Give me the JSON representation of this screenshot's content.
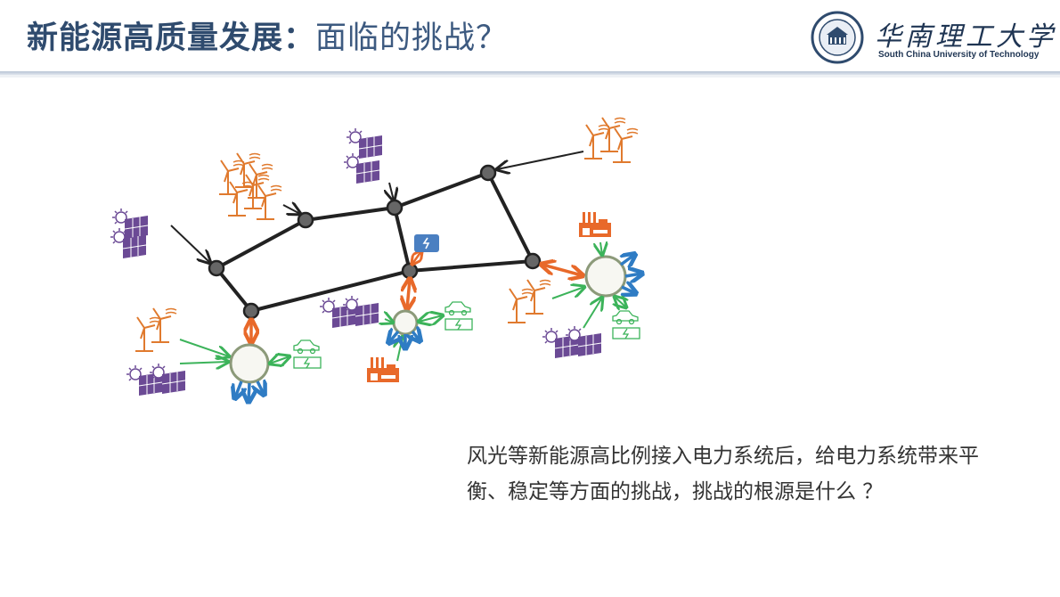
{
  "header": {
    "title_bold": "新能源高质量发展：",
    "title_normal": "面临的挑战？",
    "logo": {
      "name_cn": "华南理工大学",
      "name_en": "South China University of Technology"
    }
  },
  "diagram": {
    "colors": {
      "grid_line": "#222222",
      "node": "#666666",
      "wind": "#e07a2e",
      "solar": "#6b4a95",
      "flow_green": "#3cb35a",
      "exchange_orange": "#e8692a",
      "load_blue": "#2f7cc4",
      "storage_blue": "#4a7fc1"
    }
  },
  "main": {
    "question": "风光等新能源高比例接入电力系统后，给电力系统带来平衡、稳定等方面的挑战，挑战的根源是什么 ？"
  }
}
